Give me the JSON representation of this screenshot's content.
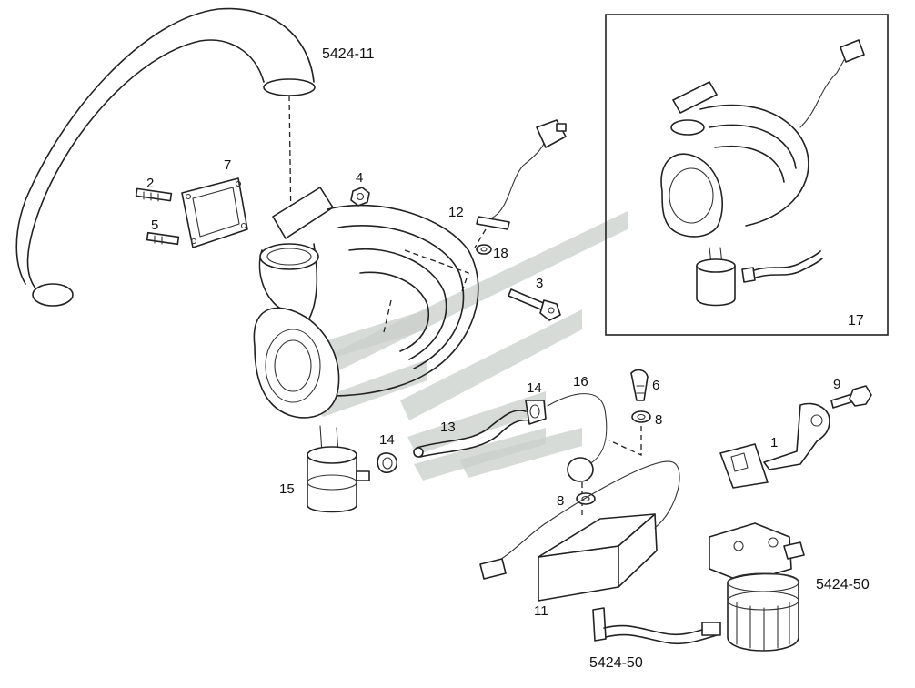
{
  "diagram": {
    "refs": {
      "pipe_ref": "5424-11",
      "filter_ref_right": "5424-50",
      "filter_ref_bottom": "5424-50"
    },
    "inset_label": "17",
    "callouts": {
      "c1": "1",
      "c2": "2",
      "c3": "3",
      "c4": "4",
      "c5": "5",
      "c6": "6",
      "c7": "7",
      "c8a": "8",
      "c8b": "8",
      "c9": "9",
      "c11": "11",
      "c12": "12",
      "c13": "13",
      "c14a": "14",
      "c14b": "14",
      "c15": "15",
      "c16": "16",
      "c18": "18"
    },
    "colors": {
      "line": "#222222",
      "watermark": "#c9cfcb",
      "background": "#ffffff"
    }
  }
}
